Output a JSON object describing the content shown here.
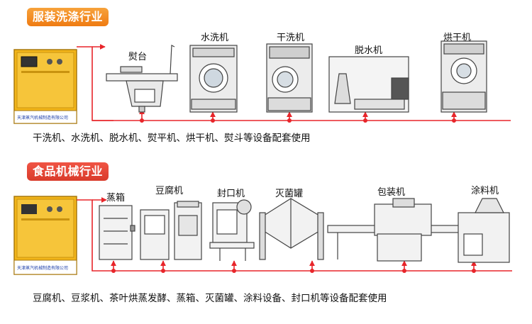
{
  "laundry": {
    "title": "服装洗涤行业",
    "machines": [
      "熨台",
      "水洗机",
      "干洗机",
      "脱水机",
      "烘干机"
    ],
    "caption": "干洗机、水洗机、脱水机、熨平机、烘干机、熨斗等设备配套使用"
  },
  "food": {
    "title": "食品机械行业",
    "machines": [
      "蒸箱",
      "豆腐机",
      "封口机",
      "灭菌罐",
      "包装机",
      "涂料机"
    ],
    "caption": "豆腐机、豆浆机、茶叶烘蒸发酵、蒸箱、灭菌罐、涂料设备、封口机等设备配套使用"
  },
  "colors": {
    "pipe": "#e8252a",
    "boiler_body": "#f2b51a",
    "banner_orange": "#f08a1e",
    "banner_red": "#e04535"
  }
}
